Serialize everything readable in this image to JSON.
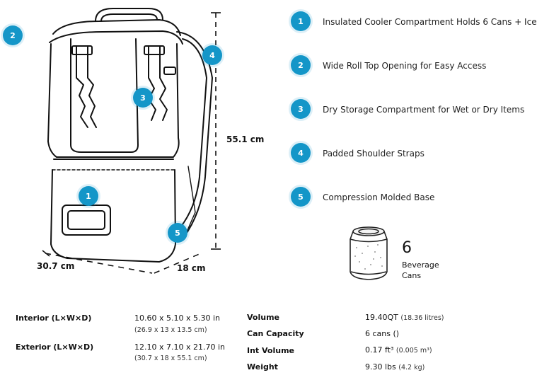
{
  "features": [
    {
      "num": "1",
      "text": "Insulated Cooler Compartment Holds 6 Cans + Ice"
    },
    {
      "num": "2",
      "text": "Wide Roll Top Opening for Easy Access"
    },
    {
      "num": "3",
      "text": "Dry Storage Compartment for Wet or Dry Items"
    },
    {
      "num": "4",
      "text": "Padded Shoulder Straps"
    },
    {
      "num": "5",
      "text": "Compression Molded Base"
    }
  ],
  "callouts": [
    "2",
    "3",
    "4",
    "1",
    "5"
  ],
  "dimensions": {
    "height": "55.1 cm",
    "width": "30.7 cm",
    "depth": "18 cm"
  },
  "cans": {
    "count": "6",
    "label_line1": "Beverage",
    "label_line2": "Cans"
  },
  "specs_left": [
    {
      "label": "Interior (L×W×D)",
      "value": "10.60 x 5.10 x 5.30 in",
      "sub": "(26.9 x 13 x 13.5 cm)"
    },
    {
      "label": "Exterior (L×W×D)",
      "value": "12.10 x 7.10 x 21.70 in",
      "sub": "(30.7 x 18 x 55.1 cm)"
    }
  ],
  "specs_right": [
    {
      "label": "Volume",
      "value": "19.40QT",
      "sub": "(18.36 litres)"
    },
    {
      "label": "Can Capacity",
      "value": "6 cans ()",
      "sub": ""
    },
    {
      "label": "Int Volume",
      "value": "0.17 ft³",
      "sub": "(0.005 m³)"
    },
    {
      "label": "Weight",
      "value": "9.30 lbs",
      "sub": "(4.2 kg)"
    }
  ],
  "colors": {
    "accent": "#1496c8",
    "line": "#111111"
  }
}
